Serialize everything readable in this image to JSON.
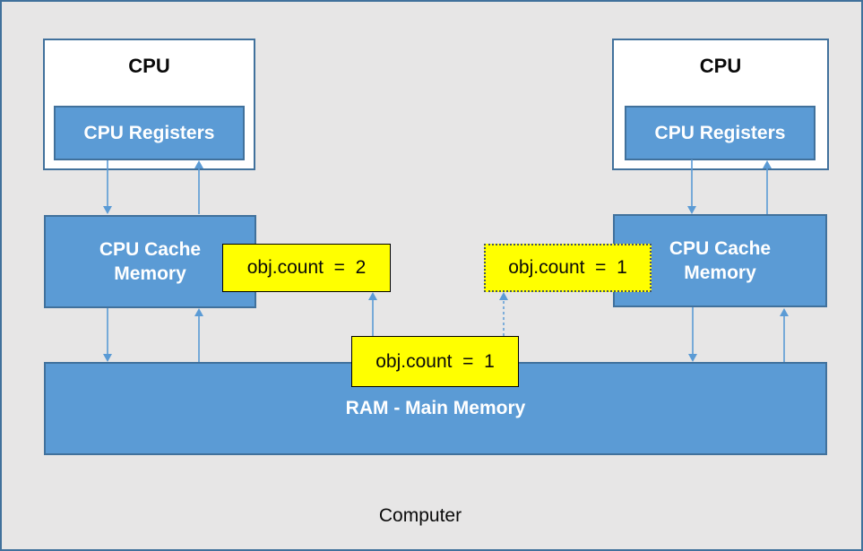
{
  "diagram": {
    "caption": "Computer",
    "colors": {
      "background": "#e7e6e6",
      "frame_border": "#41719c",
      "box_fill_blue": "#5b9bd5",
      "box_border_blue": "#41719c",
      "arrow_blue": "#5b9bd5",
      "note_fill_yellow": "#ffff00",
      "note_border_solid": "#000000",
      "note_border_dotted": "#44546a",
      "text_dark": "#0a0a0a",
      "text_white": "#ffffff"
    },
    "cpu_left": {
      "label": "CPU",
      "registers_label": "CPU Registers"
    },
    "cpu_right": {
      "label": "CPU",
      "registers_label": "CPU Registers"
    },
    "cache_left": {
      "label_line1": "CPU Cache",
      "label_line2": "Memory"
    },
    "cache_right": {
      "label_line1": "CPU Cache",
      "label_line2": "Memory"
    },
    "ram": {
      "label": "RAM - Main Memory"
    },
    "notes": {
      "left_cache_note": "obj.count  =  2",
      "right_cache_note": "obj.count  =  1",
      "ram_note": "obj.count  =  1"
    }
  }
}
